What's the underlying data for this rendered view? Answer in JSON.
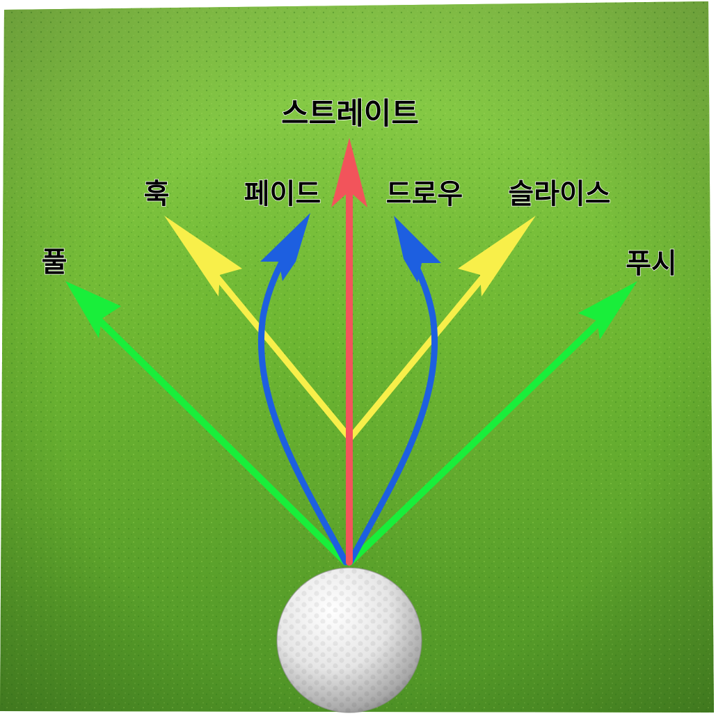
{
  "diagram": {
    "colors": {
      "grass_light": "#7ec63d",
      "grass_dark": "#3d8a1e",
      "straight": "#f2545b",
      "curve": "#1d5fe0",
      "angled": "#f8ef4a",
      "push_pull": "#19ee3a",
      "ball": "#ededed"
    },
    "labels": {
      "straight": "스트레이트",
      "hook": "훅",
      "fade": "페이드",
      "draw": "드로우",
      "slice": "슬라이스",
      "pull": "풀",
      "push": "푸시"
    }
  }
}
